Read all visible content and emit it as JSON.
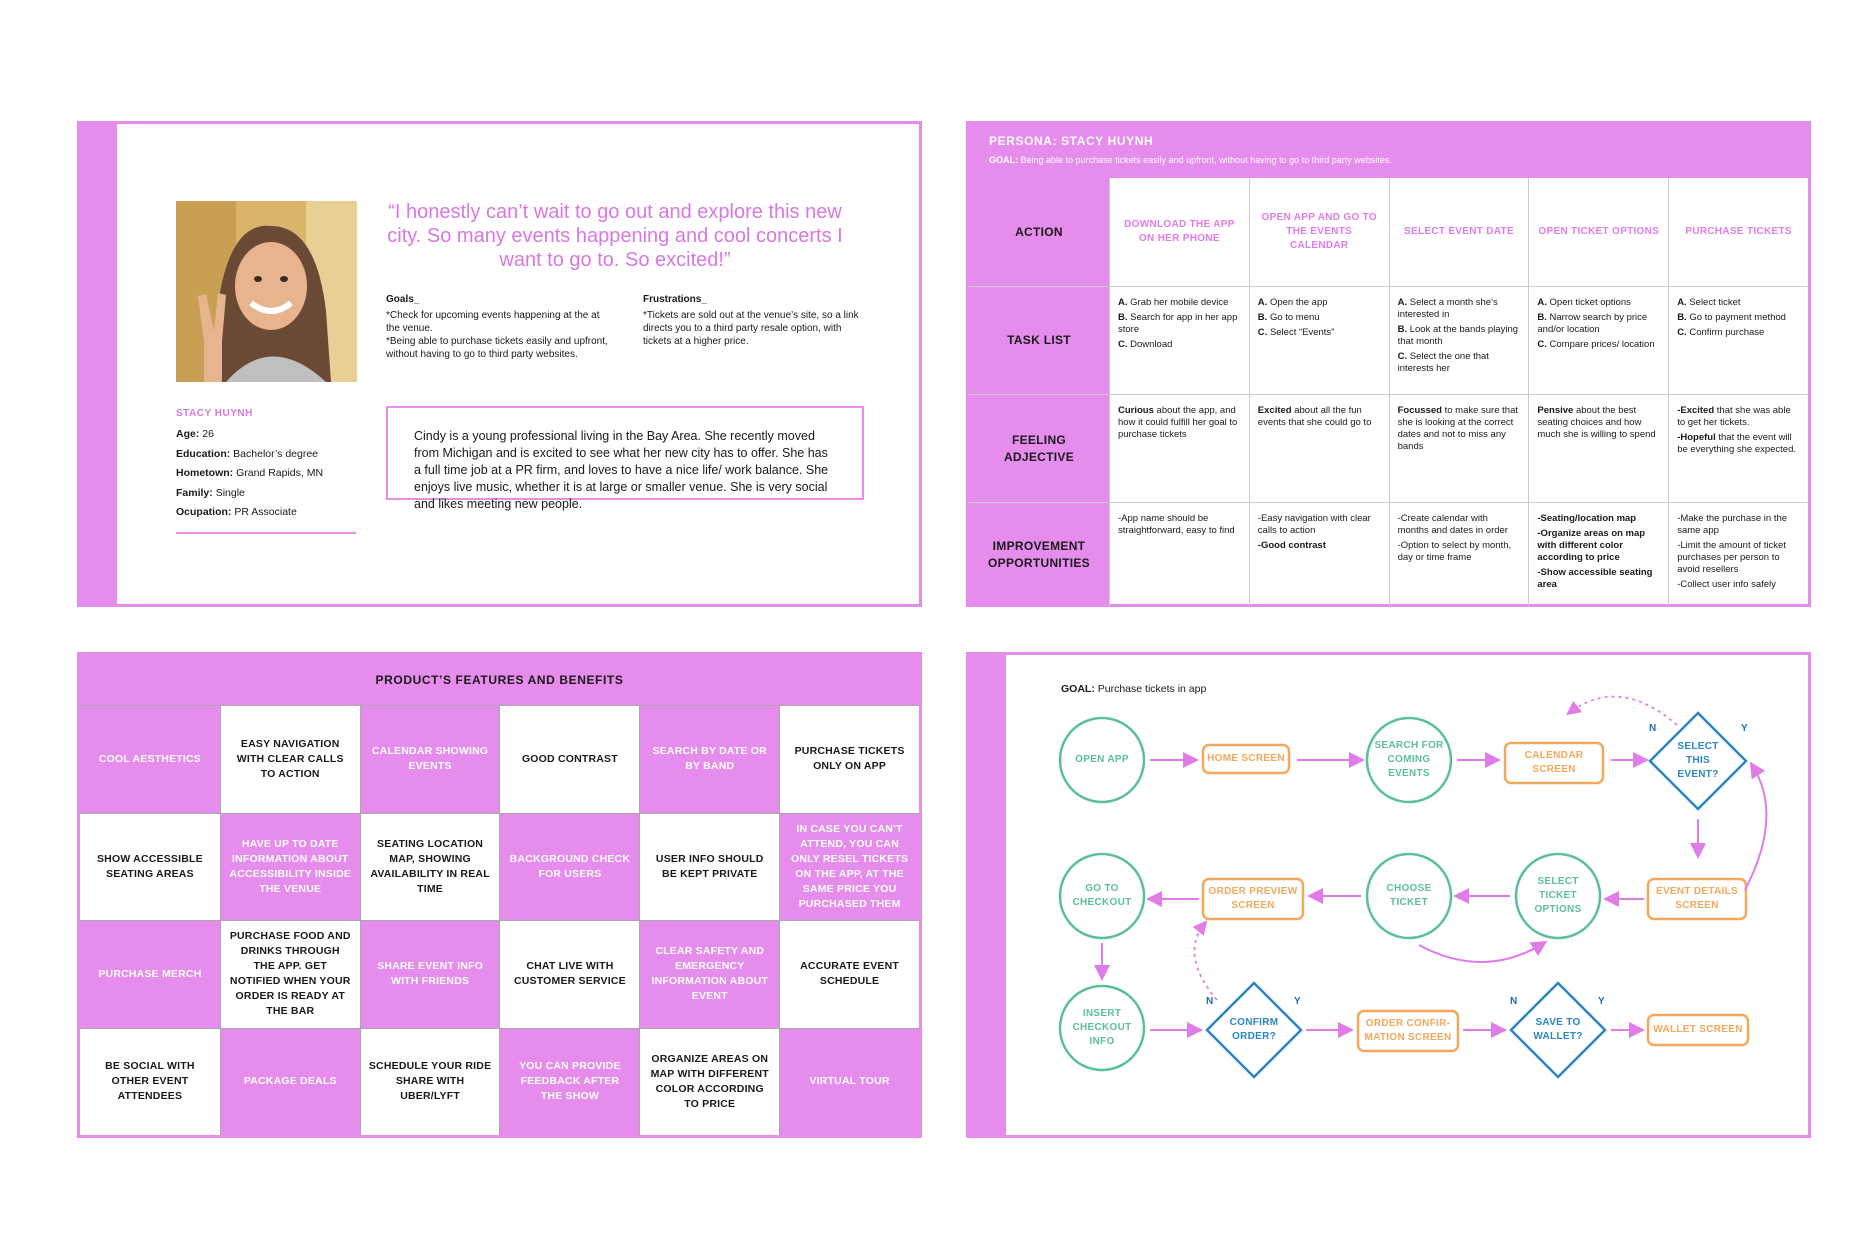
{
  "persona": {
    "quote": "“I honestly can’t wait to go out and explore this new city. So many events happening and cool concerts I want to go to. So excited!”",
    "goals_heading": "Goals_",
    "goals_text": "*Check for upcoming events happening at the at the venue.\n*Being able to purchase tickets easily and upfront, without having to go to third party websites.",
    "frustrations_heading": "Frustrations_",
    "frustrations_text": "*Tickets are sold out at the venue’s site, so a link directs you to a third party resale option, with tickets at a higher price.",
    "name": "STACY HUYNH",
    "facts": [
      {
        "label": "Age:",
        "value": "26"
      },
      {
        "label": "Education:",
        "value": "Bachelor’s degree"
      },
      {
        "label": "Hometown:",
        "value": "Grand Rapids, MN"
      },
      {
        "label": "Family:",
        "value": "Single"
      },
      {
        "label": "Ocupation:",
        "value": "PR Associate"
      }
    ],
    "bio": "Cindy is a young professional living in the Bay Area. She recently moved from Michigan and is excited to see what her new city has to offer. She has a full time job at a PR firm, and loves to have a nice life/ work balance. She enjoys live music, whether it is at large or smaller venue. She is very social and likes meeting new people."
  },
  "journey": {
    "title": "PERSONA: STACY HUYNH",
    "goal_label": "GOAL:",
    "goal_text": "Being able to purchase tickets easily and upfront, without having to go to third party websites.",
    "row_labels": [
      "ACTION",
      "TASK LIST",
      "FEELING ADJECTIVE",
      "IMPROVEMENT OPPORTUNITIES"
    ],
    "columns": [
      {
        "action": "DOWNLOAD THE APP ON HER PHONE",
        "tasks": [
          [
            "A.",
            "Grab her mobile device"
          ],
          [
            "B.",
            "Search for app in her app store"
          ],
          [
            "C.",
            "Download"
          ]
        ],
        "feeling": [
          [
            "Curious",
            " about the app, and how it could fulfill her goal to purchase tickets"
          ]
        ],
        "improve": [
          [
            "",
            "-App name should be straightforward, easy to find"
          ]
        ]
      },
      {
        "action": "OPEN APP AND GO TO THE EVENTS CALENDAR",
        "tasks": [
          [
            "A.",
            "Open the app"
          ],
          [
            "B.",
            "Go to menu"
          ],
          [
            "C.",
            "Select “Events”"
          ]
        ],
        "feeling": [
          [
            "Excited",
            " about all the fun events that she could go to"
          ]
        ],
        "improve": [
          [
            "",
            "-Easy navigation with clear calls to action"
          ],
          [
            "-Good contrast",
            ""
          ]
        ]
      },
      {
        "action": "SELECT EVENT DATE",
        "tasks": [
          [
            "A.",
            "Select a month she’s interested in"
          ],
          [
            "B.",
            "Look at the bands playing that month"
          ],
          [
            "C.",
            "Select the one that interests her"
          ]
        ],
        "feeling": [
          [
            "Focussed",
            " to make sure that she is looking at the correct dates and not to miss any bands"
          ]
        ],
        "improve": [
          [
            "",
            "-Create calendar with months and dates in order"
          ],
          [
            "",
            "-Option to select by month, day or time frame"
          ]
        ]
      },
      {
        "action": "OPEN TICKET OPTIONS",
        "tasks": [
          [
            "A.",
            "Open ticket options"
          ],
          [
            "B.",
            "Narrow search by price and/or location"
          ],
          [
            "C.",
            "Compare prices/ location"
          ]
        ],
        "feeling": [
          [
            "Pensive",
            " about the best seating choices and how much she is willing to spend"
          ]
        ],
        "improve": [
          [
            "-Seating/location map",
            ""
          ],
          [
            "-Organize areas on map with different color according to price",
            ""
          ],
          [
            "-Show accessible seating area",
            ""
          ]
        ]
      },
      {
        "action": "PURCHASE TICKETS",
        "tasks": [
          [
            "A.",
            "Select ticket"
          ],
          [
            "B.",
            "Go to payment method"
          ],
          [
            "C.",
            "Confirm purchase"
          ]
        ],
        "feeling": [
          [
            "-Excited",
            " that she was able to get her tickets."
          ],
          [
            "-Hopeful",
            " that the event will be everything she expected."
          ]
        ],
        "improve": [
          [
            "",
            "-Make the purchase in the same app"
          ],
          [
            "",
            "-Limit the amount of ticket purchases per person to avoid resellers"
          ],
          [
            "",
            "-Collect user info safely"
          ]
        ]
      }
    ]
  },
  "features": {
    "title": "PRODUCT’S FEATURES AND BENEFITS",
    "cells": [
      "COOL AESTHETICS",
      "EASY NAVIGATION WITH CLEAR CALLS TO ACTION",
      "CALENDAR SHOWING EVENTS",
      "GOOD CONTRAST",
      "SEARCH BY DATE OR BY BAND",
      "PURCHASE TICKETS ONLY ON APP",
      "SHOW ACCESSIBLE SEATING AREAS",
      "HAVE UP TO DATE INFORMATION ABOUT ACCESSIBILITY INSIDE THE VENUE",
      "SEATING LOCATION MAP, SHOWING AVAILABILITY IN REAL TIME",
      "BACKGROUND CHECK FOR USERS",
      "USER INFO SHOULD BE KEPT PRIVATE",
      "IN CASE YOU CAN’T ATTEND, YOU CAN ONLY RESEL TICKETS ON THE APP, AT THE SAME PRICE YOU PURCHASED THEM",
      "PURCHASE MERCH",
      "PURCHASE FOOD AND DRINKS THROUGH THE APP. GET NOTIFIED WHEN YOUR ORDER IS READY AT THE BAR",
      "SHARE EVENT INFO WITH FRIENDS",
      "CHAT LIVE WITH CUSTOMER SERVICE",
      "CLEAR SAFETY AND EMERGENCY INFORMATION ABOUT EVENT",
      "ACCURATE EVENT SCHEDULE",
      "BE SOCIAL WITH OTHER EVENT ATTENDEES",
      "PACKAGE DEALS",
      "SCHEDULE YOUR RIDE SHARE WITH UBER/LYFT",
      "YOU CAN PROVIDE FEEDBACK AFTER THE SHOW",
      "ORGANIZE AREAS ON MAP WITH DIFFERENT COLOR ACCORDING TO PRICE",
      "VIRTUAL TOUR"
    ],
    "pink_pattern": [
      1,
      0,
      1,
      0,
      1,
      0,
      0,
      1,
      0,
      1,
      0,
      1,
      1,
      0,
      1,
      0,
      1,
      0,
      0,
      1,
      0,
      1,
      0,
      1
    ]
  },
  "flow": {
    "goal_label": "GOAL:",
    "goal_text": "Purchase tickets in app",
    "nodes": {
      "open_app": "OPEN APP",
      "home_screen": "HOME SCREEN",
      "search": "SEARCH FOR COMING EVENTS",
      "calendar": "CALENDAR SCREEN",
      "select_event": "SELECT THIS EVENT?",
      "event_details": "EVENT DETAILS SCREEN",
      "ticket_options": "SELECT TICKET OPTIONS",
      "choose_ticket": "CHOOSE TICKET",
      "order_preview": "ORDER PREVIEW SCREEN",
      "checkout": "GO TO CHECKOUT",
      "insert_info": "INSERT CHECKOUT INFO",
      "confirm": "CONFIRM ORDER?",
      "confirmation": "ORDER CONFIR- MATION SCREEN",
      "save_wallet": "SAVE TO WALLET?",
      "wallet": "WALLET SCREEN"
    },
    "yes": "Y",
    "no": "N"
  },
  "colors": {
    "pink": "#e58cec",
    "green": "#5cbf9b",
    "orange": "#f2a95b",
    "blue": "#2a86c4"
  }
}
